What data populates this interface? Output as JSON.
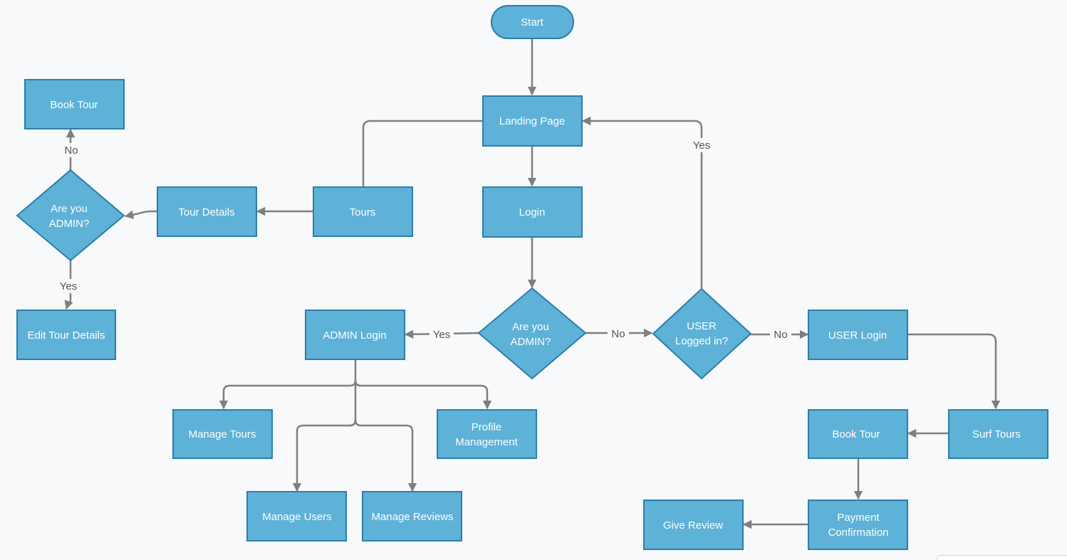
{
  "colors": {
    "node_fill": "#5eb1d7",
    "node_stroke": "#2b7fa8",
    "edge": "#7f7f7f",
    "background": "#f8f9fb"
  },
  "nodes": {
    "start": "Start",
    "landing_page": "Landing Page",
    "login": "Login",
    "tours": "Tours",
    "tour_details": "Tour Details",
    "admin_check_tour_line1": "Are you",
    "admin_check_tour_line2": "ADMIN?",
    "book_tour_left": "Book Tour",
    "edit_tour_details": "Edit Tour Details",
    "admin_check_login_line1": "Are you",
    "admin_check_login_line2": "ADMIN?",
    "admin_login": "ADMIN Login",
    "manage_tours": "Manage Tours",
    "manage_users": "Manage Users",
    "manage_reviews": "Manage Reviews",
    "profile_management_line1": "Profile",
    "profile_management_line2": "Management",
    "user_logged_in_line1": "USER",
    "user_logged_in_line2": "Logged in?",
    "user_login": "USER Login",
    "surf_tours": "Surf Tours",
    "book_tour_right": "Book Tour",
    "payment_confirmation_line1": "Payment",
    "payment_confirmation_line2": "Confirmation",
    "give_review": "Give Review"
  },
  "edge_labels": {
    "tour_admin_no": "No",
    "tour_admin_yes": "Yes",
    "login_admin_yes": "Yes",
    "login_admin_no": "No",
    "user_logged_no": "No",
    "user_logged_yes": "Yes"
  }
}
